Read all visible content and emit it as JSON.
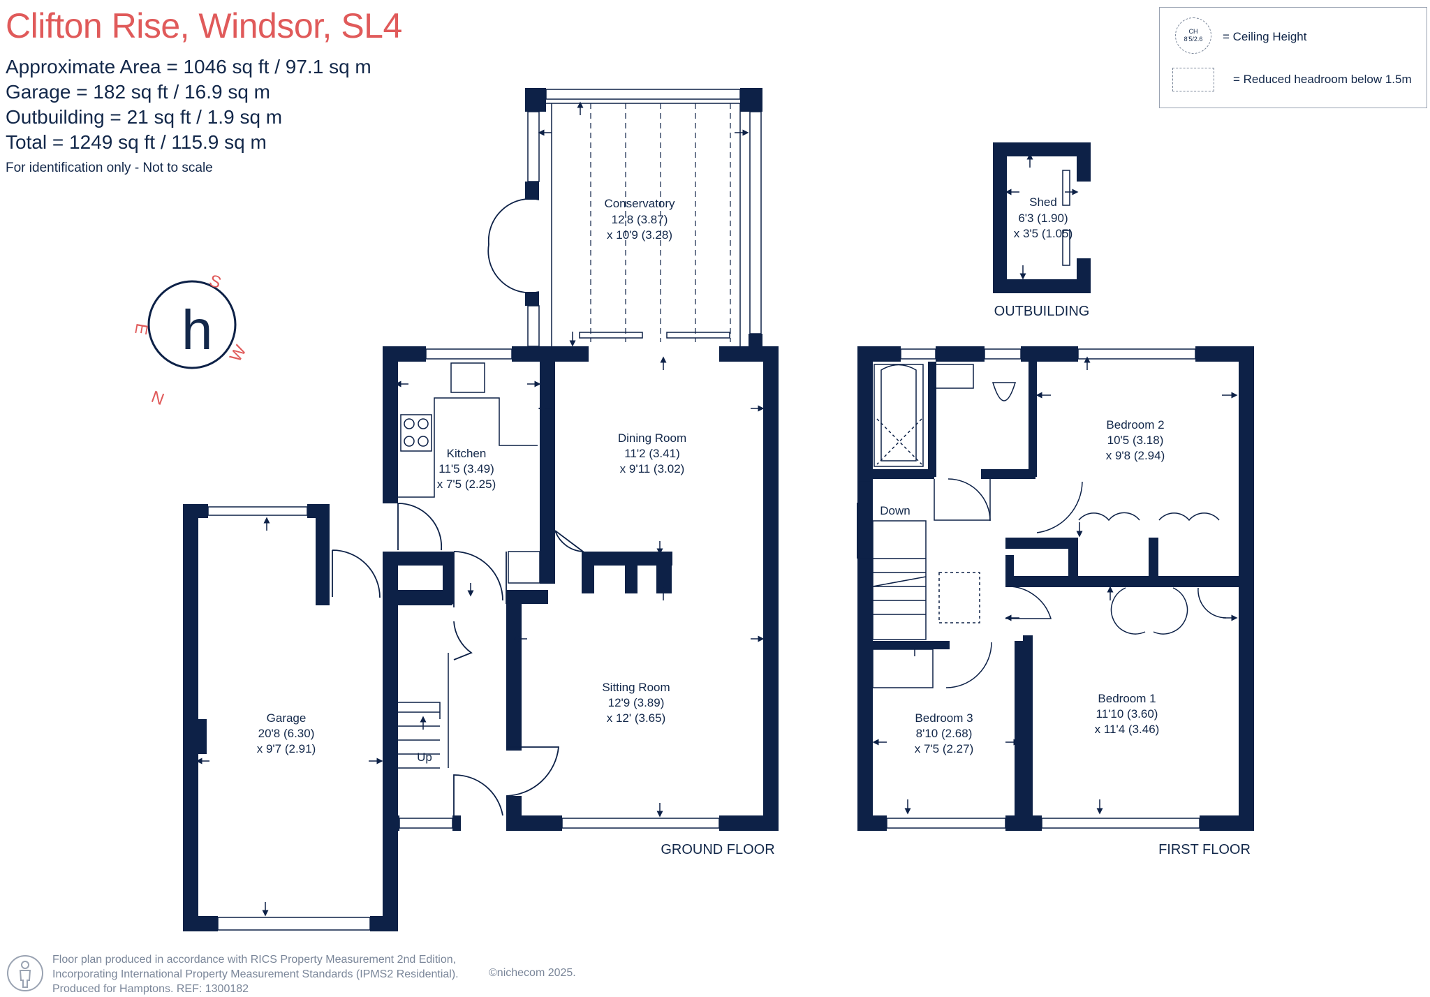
{
  "title": "Clifton Rise, Windsor, SL4",
  "areas": [
    "Approximate Area = 1046 sq ft / 97.1 sq m",
    "Garage = 182 sq ft / 16.9 sq m",
    "Outbuilding = 21 sq ft / 1.9 sq m",
    "Total = 1249 sq ft / 115.9 sq m"
  ],
  "note": "For identification only - Not to scale",
  "legend": {
    "ceiling_abbr": "CH",
    "ceiling_sample": "8'5/2.6",
    "ceiling_label": "= Ceiling Height",
    "reduced_label": "= Reduced headroom below 1.5m"
  },
  "compass": {
    "north": "N",
    "south": "S",
    "east": "E",
    "west": "W",
    "logo": "h"
  },
  "floors": {
    "ground": "GROUND FLOOR",
    "first": "FIRST FLOOR",
    "outbuilding": "OUTBUILDING"
  },
  "rooms": {
    "conservatory": {
      "name": "Conservatory",
      "dim1": "12'8 (3.87)",
      "dim2": "x 10'9 (3.28)"
    },
    "kitchen": {
      "name": "Kitchen",
      "dim1": "11'5 (3.49)",
      "dim2": "x 7'5 (2.25)"
    },
    "dining": {
      "name": "Dining Room",
      "dim1": "11'2 (3.41)",
      "dim2": "x 9'11 (3.02)"
    },
    "sitting": {
      "name": "Sitting Room",
      "dim1": "12'9 (3.89)",
      "dim2": "x 12' (3.65)"
    },
    "garage": {
      "name": "Garage",
      "dim1": "20'8 (6.30)",
      "dim2": "x 9'7 (2.91)"
    },
    "shed": {
      "name": "Shed",
      "dim1": "6'3 (1.90)",
      "dim2": "x 3'5 (1.05)"
    },
    "bedroom2": {
      "name": "Bedroom 2",
      "dim1": "10'5 (3.18)",
      "dim2": "x 9'8 (2.94)"
    },
    "bedroom1": {
      "name": "Bedroom 1",
      "dim1": "11'10 (3.60)",
      "dim2": "x 11'4 (3.46)"
    },
    "bedroom3": {
      "name": "Bedroom 3",
      "dim1": "8'10 (2.68)",
      "dim2": "x 7'5 (2.27)"
    }
  },
  "stairs": {
    "up": "Up",
    "down": "Down"
  },
  "footer": {
    "line1": "Floor plan produced in accordance with RICS Property Measurement 2nd Edition,",
    "line2": "Incorporating International Property Measurement Standards (IPMS2 Residential).",
    "line3": "Produced for Hamptons.  REF:  1300182",
    "copyright": "©nichecom 2025."
  },
  "colors": {
    "wall": "#0d2147",
    "accent": "#e05a5a",
    "muted": "#7a8699"
  }
}
